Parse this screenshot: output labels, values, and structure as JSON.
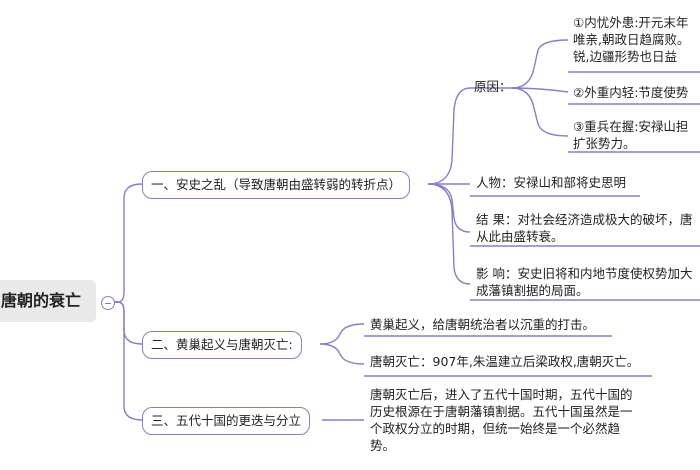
{
  "root": {
    "title": "唐朝的衰亡"
  },
  "branches": [
    {
      "label": "一、安史之乱（导致唐朝由盛转弱的转折点）",
      "children": [
        {
          "label": "原因：",
          "items": [
            {
              "line1": "①内忧外患:开元末年",
              "line2": "唯亲,朝政日趋腐败。",
              "line3": "锐,边疆形势也日益"
            },
            {
              "line1": "②外重内轻:节度使势"
            },
            {
              "line1": "③重兵在握:安禄山担",
              "line2": "扩张势力。"
            }
          ]
        },
        {
          "label": "人物：安禄山和部将史思明"
        },
        {
          "line1": "结  果：对社会经济造成极大的破坏，唐",
          "line2": "从此由盛转衰。"
        },
        {
          "line1": "影  响：安史旧将和内地节度使权势加大",
          "line2": "成藩镇割据的局面。"
        }
      ]
    },
    {
      "label": "二、黄巢起义与唐朝灭亡:",
      "children": [
        {
          "label": "黄巢起义，给唐朝统治者以沉重的打击。"
        },
        {
          "label": "唐朝灭亡：907年,朱温建立后梁政权,唐朝灭亡。"
        }
      ]
    },
    {
      "label": "三、五代十国的更迭与分立",
      "children": [
        {
          "line1": "唐朝灭亡后，进入了五代十国时期，五代十国的",
          "line2": "历史根源在于唐朝藩镇割据。五代十国虽然是一",
          "line3": "个政权分立的时期，但统一始终是一个必然趋",
          "line4": "势。"
        }
      ]
    }
  ],
  "colors": {
    "line": "#8e7cc3",
    "root_bg": "#e9e9e9"
  }
}
